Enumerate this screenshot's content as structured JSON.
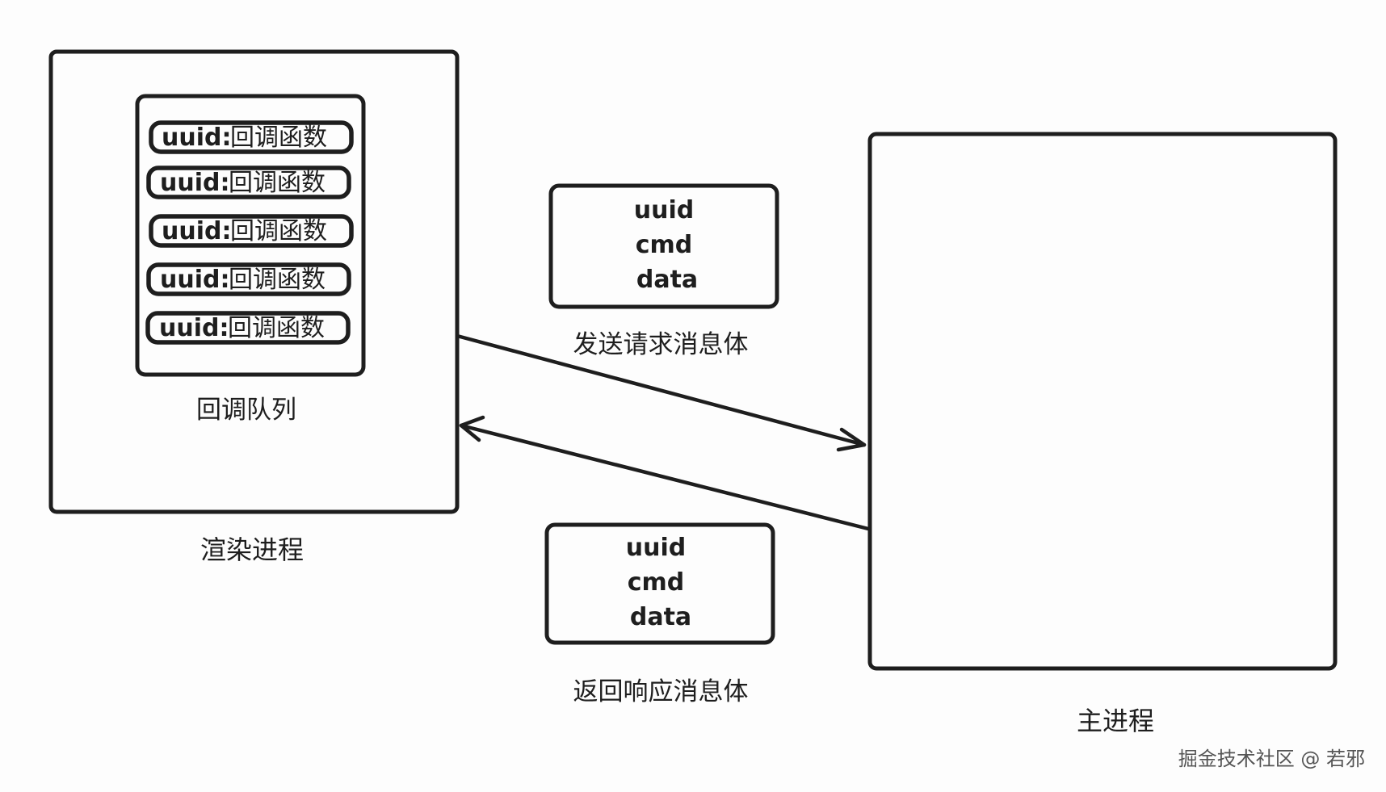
{
  "renderer": {
    "label": "渲染进程",
    "queue": {
      "label": "回调队列",
      "entries": [
        {
          "key": "uuid:",
          "value": "回调函数"
        },
        {
          "key": "uuid:",
          "value": "回调函数"
        },
        {
          "key": "uuid:",
          "value": "回调函数"
        },
        {
          "key": "uuid:",
          "value": "回调函数"
        },
        {
          "key": "uuid:",
          "value": "回调函数"
        }
      ]
    }
  },
  "main_process": {
    "label": "主进程"
  },
  "request_message": {
    "fields": [
      "uuid",
      "cmd",
      "data"
    ],
    "label": "发送请求消息体"
  },
  "response_message": {
    "fields": [
      "uuid",
      "cmd",
      "data"
    ],
    "label": "返回响应消息体"
  },
  "watermark": "掘金技术社区 @ 若邪",
  "colors": {
    "stroke": "#1e1e1e",
    "background": "#fdfdfd"
  }
}
